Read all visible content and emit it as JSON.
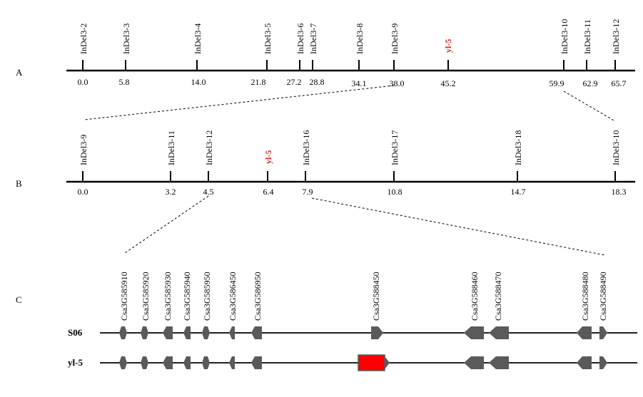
{
  "panels": {
    "a": {
      "label": "A",
      "markers": [
        {
          "name": "InDel3-2",
          "pos": "0.0",
          "value": 0.0
        },
        {
          "name": "InDel3-3",
          "pos": "5.8",
          "value": 5.8
        },
        {
          "name": "InDel3-4",
          "pos": "14.0",
          "value": 14.0
        },
        {
          "name": "InDel3-5",
          "pos": "21.8",
          "value": 21.8
        },
        {
          "name": "InDel3-6",
          "pos": "27.2",
          "value": 27.2
        },
        {
          "name": "InDel3-7",
          "pos": "28.8",
          "value": 28.8
        },
        {
          "name": "InDel3-8",
          "pos": "34.1",
          "value": 34.1
        },
        {
          "name": "InDel3-9",
          "pos": "38.0",
          "value": 38.0
        },
        {
          "name": "yl-5",
          "pos": "45.2",
          "value": 45.2,
          "highlight": true
        },
        {
          "name": "InDel3-10",
          "pos": "59.9",
          "value": 59.9
        },
        {
          "name": "InDel3-11",
          "pos": "62.9",
          "value": 62.9
        },
        {
          "name": "InDel3-12",
          "pos": "65.7",
          "value": 65.7
        }
      ]
    },
    "b": {
      "label": "B",
      "markers": [
        {
          "name": "InDel3-9",
          "pos": "0.0",
          "value": 0.0
        },
        {
          "name": "InDel3-11",
          "pos": "3.2",
          "value": 3.2
        },
        {
          "name": "InDel3-12",
          "pos": "4.5",
          "value": 4.5
        },
        {
          "name": "yl-5",
          "pos": "6.4",
          "value": 6.4,
          "highlight": true
        },
        {
          "name": "InDel3-16",
          "pos": "7.9",
          "value": 7.9
        },
        {
          "name": "InDel3-17",
          "pos": "10.8",
          "value": 10.8
        },
        {
          "name": "InDel3-18",
          "pos": "14.7",
          "value": 14.7
        },
        {
          "name": "InDel3-10",
          "pos": "18.3",
          "value": 18.3
        }
      ]
    },
    "c": {
      "label": "C",
      "genes": [
        "Csa3G585910",
        "Csa3G585920",
        "Csa3G585930",
        "Csa3G585940",
        "Csa3G585950",
        "Csa3G586450",
        "Csa3G586950",
        "Csa3G588450",
        "Csa3G588460",
        "Csa3G588470",
        "Csa3G588480",
        "Csa3G588490"
      ],
      "tracks": [
        {
          "name": "S06",
          "mutant": false
        },
        {
          "name": "yl-5",
          "mutant": true
        }
      ]
    }
  },
  "colors": {
    "line": "#000000",
    "highlight": "#e02020",
    "gene": "#5a5a5a",
    "insertion": "#ff0000"
  }
}
